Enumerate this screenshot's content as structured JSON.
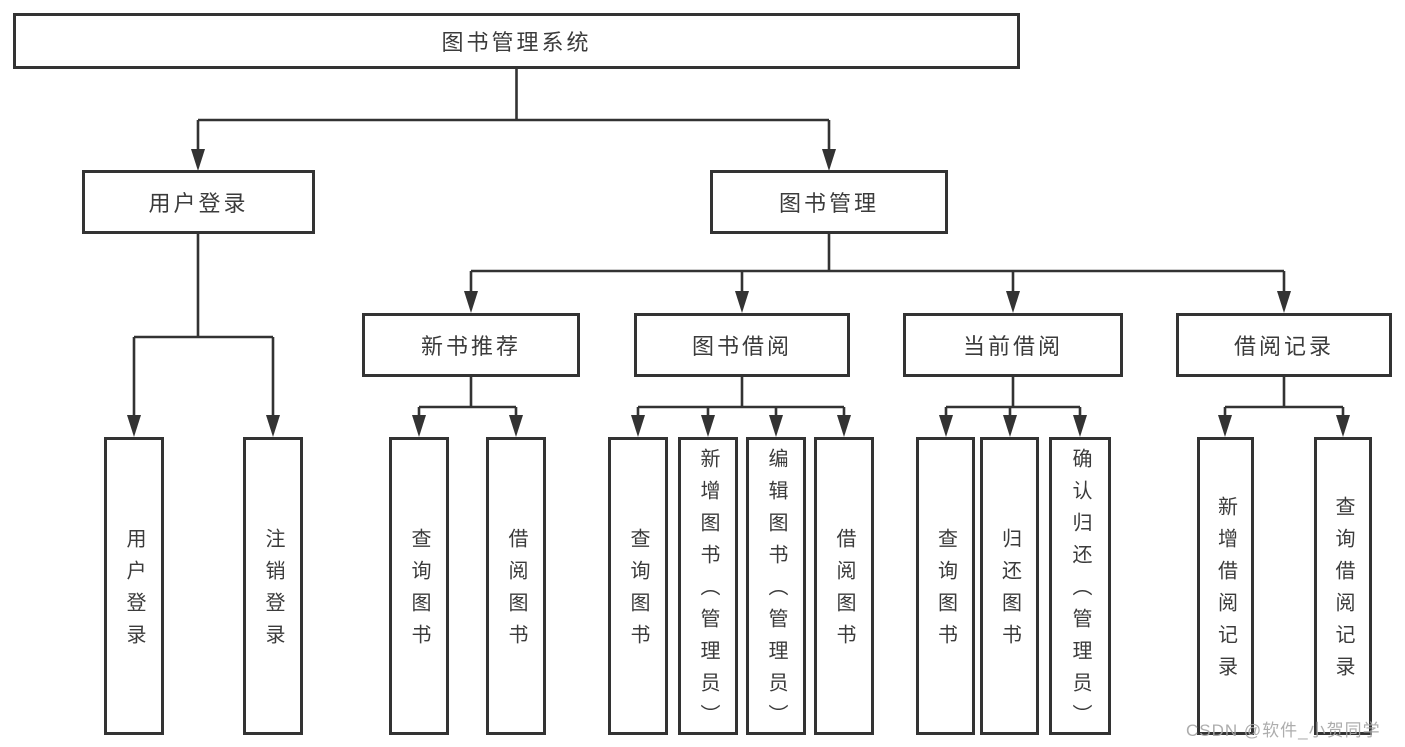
{
  "nodes": {
    "root": "图书管理系统",
    "user_login": "用户登录",
    "book_mgmt": "图书管理",
    "new_book_rec": "新书推荐",
    "book_borrow": "图书借阅",
    "current_borrow": "当前借阅",
    "borrow_record": "借阅记录",
    "ul_login": "用户登录",
    "ul_logout": "注销登录",
    "nbr_query": "查询图书",
    "nbr_borrow": "借阅图书",
    "bb_query": "查询图书",
    "bb_add": "新增图书（管理员）",
    "bb_edit": "编辑图书（管理员）",
    "bb_borrow": "借阅图书",
    "cb_query": "查询图书",
    "cb_return": "归还图书",
    "cb_confirm": "确认归还（管理员）",
    "br_add": "新增借阅记录",
    "br_query": "查询借阅记录"
  },
  "watermark": "CSDN @软件_小贺同学",
  "colors": {
    "line": "#333333",
    "text": "#3b3b3b",
    "background": "#ffffff",
    "watermark": "#a6a6a6"
  }
}
